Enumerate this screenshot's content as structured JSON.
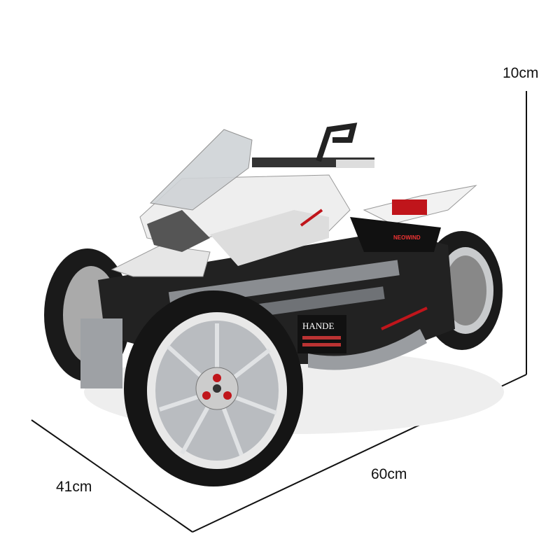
{
  "dimensions": {
    "height": "10cm",
    "length": "60cm",
    "width": "41cm"
  },
  "model_labels": {
    "brand": "HANDE",
    "decal": "NEOWIND"
  },
  "colors": {
    "line": "#111111",
    "tire": "#1a1a1a",
    "rim": "#b9bcc0",
    "body_white": "#eeeeee",
    "accent_red": "#c0151b"
  }
}
